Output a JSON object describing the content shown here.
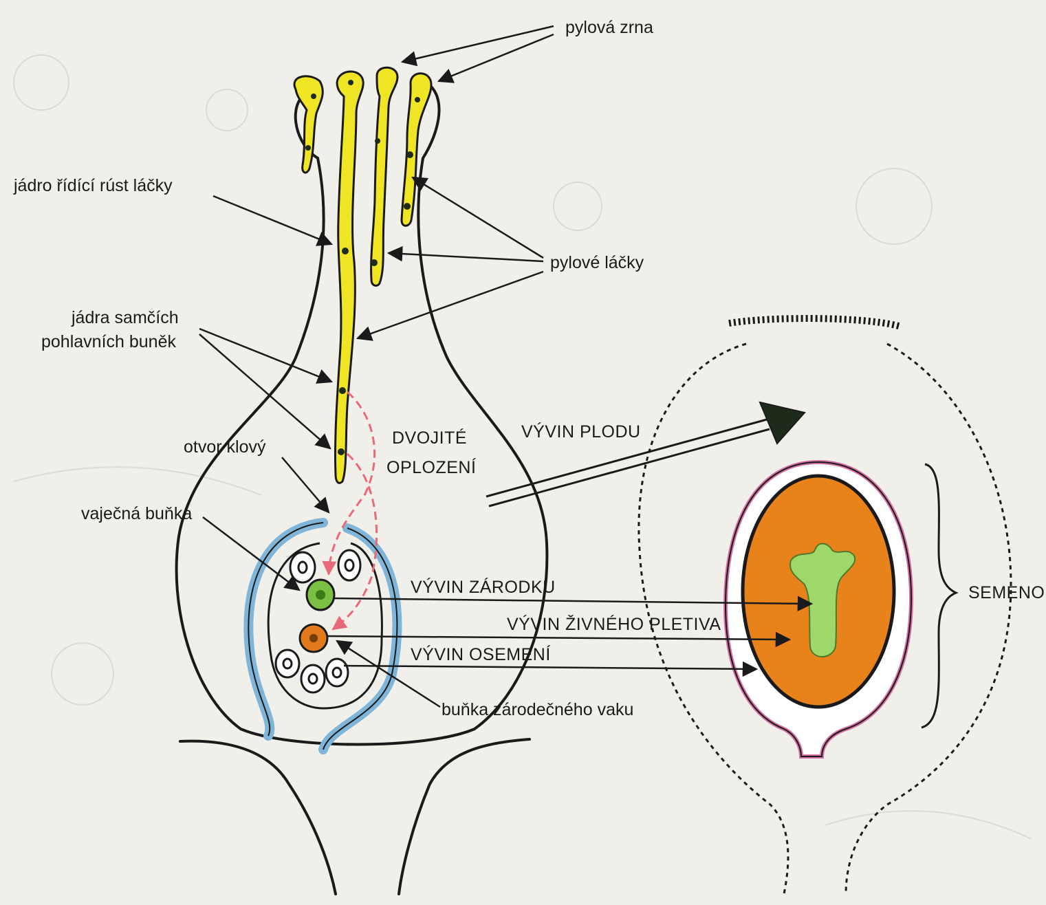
{
  "labels": {
    "pollen_grains": "pylová zrna",
    "tube_nucleus": "jádro řídící rúst láčky",
    "pollen_tubes": "pylové láčky",
    "sperm_nuclei_line1": "jádra samčích",
    "sperm_nuclei_line2": "pohlavních buněk",
    "micropyle": "otvor klový",
    "egg_cell": "vaječná buňka",
    "double_fertilization_line1": "DVOJITÉ",
    "double_fertilization_line2": "OPLOZENÍ",
    "fruit_development": "VÝVIN PLODU",
    "embryo_development": "VÝVIN ZÁRODKU",
    "endosperm_development": "VÝVIN ŽIVNÉHO PLETIVA",
    "seed_coat_development": "VÝVIN OSEMENÍ",
    "central_cell": "buňka zárodečného vaku",
    "seed": "SEMENO"
  },
  "colors": {
    "background": "#f1efea",
    "pollen_tube": "#f0e524",
    "integument": "#7fb5d8",
    "egg_cell": "#7cc043",
    "central_cell": "#e07a1a",
    "endosperm": "#e8831c",
    "embryo": "#9fd86a",
    "seed_coat": "#d66fa4",
    "fertilization_path": "#e86a78"
  }
}
